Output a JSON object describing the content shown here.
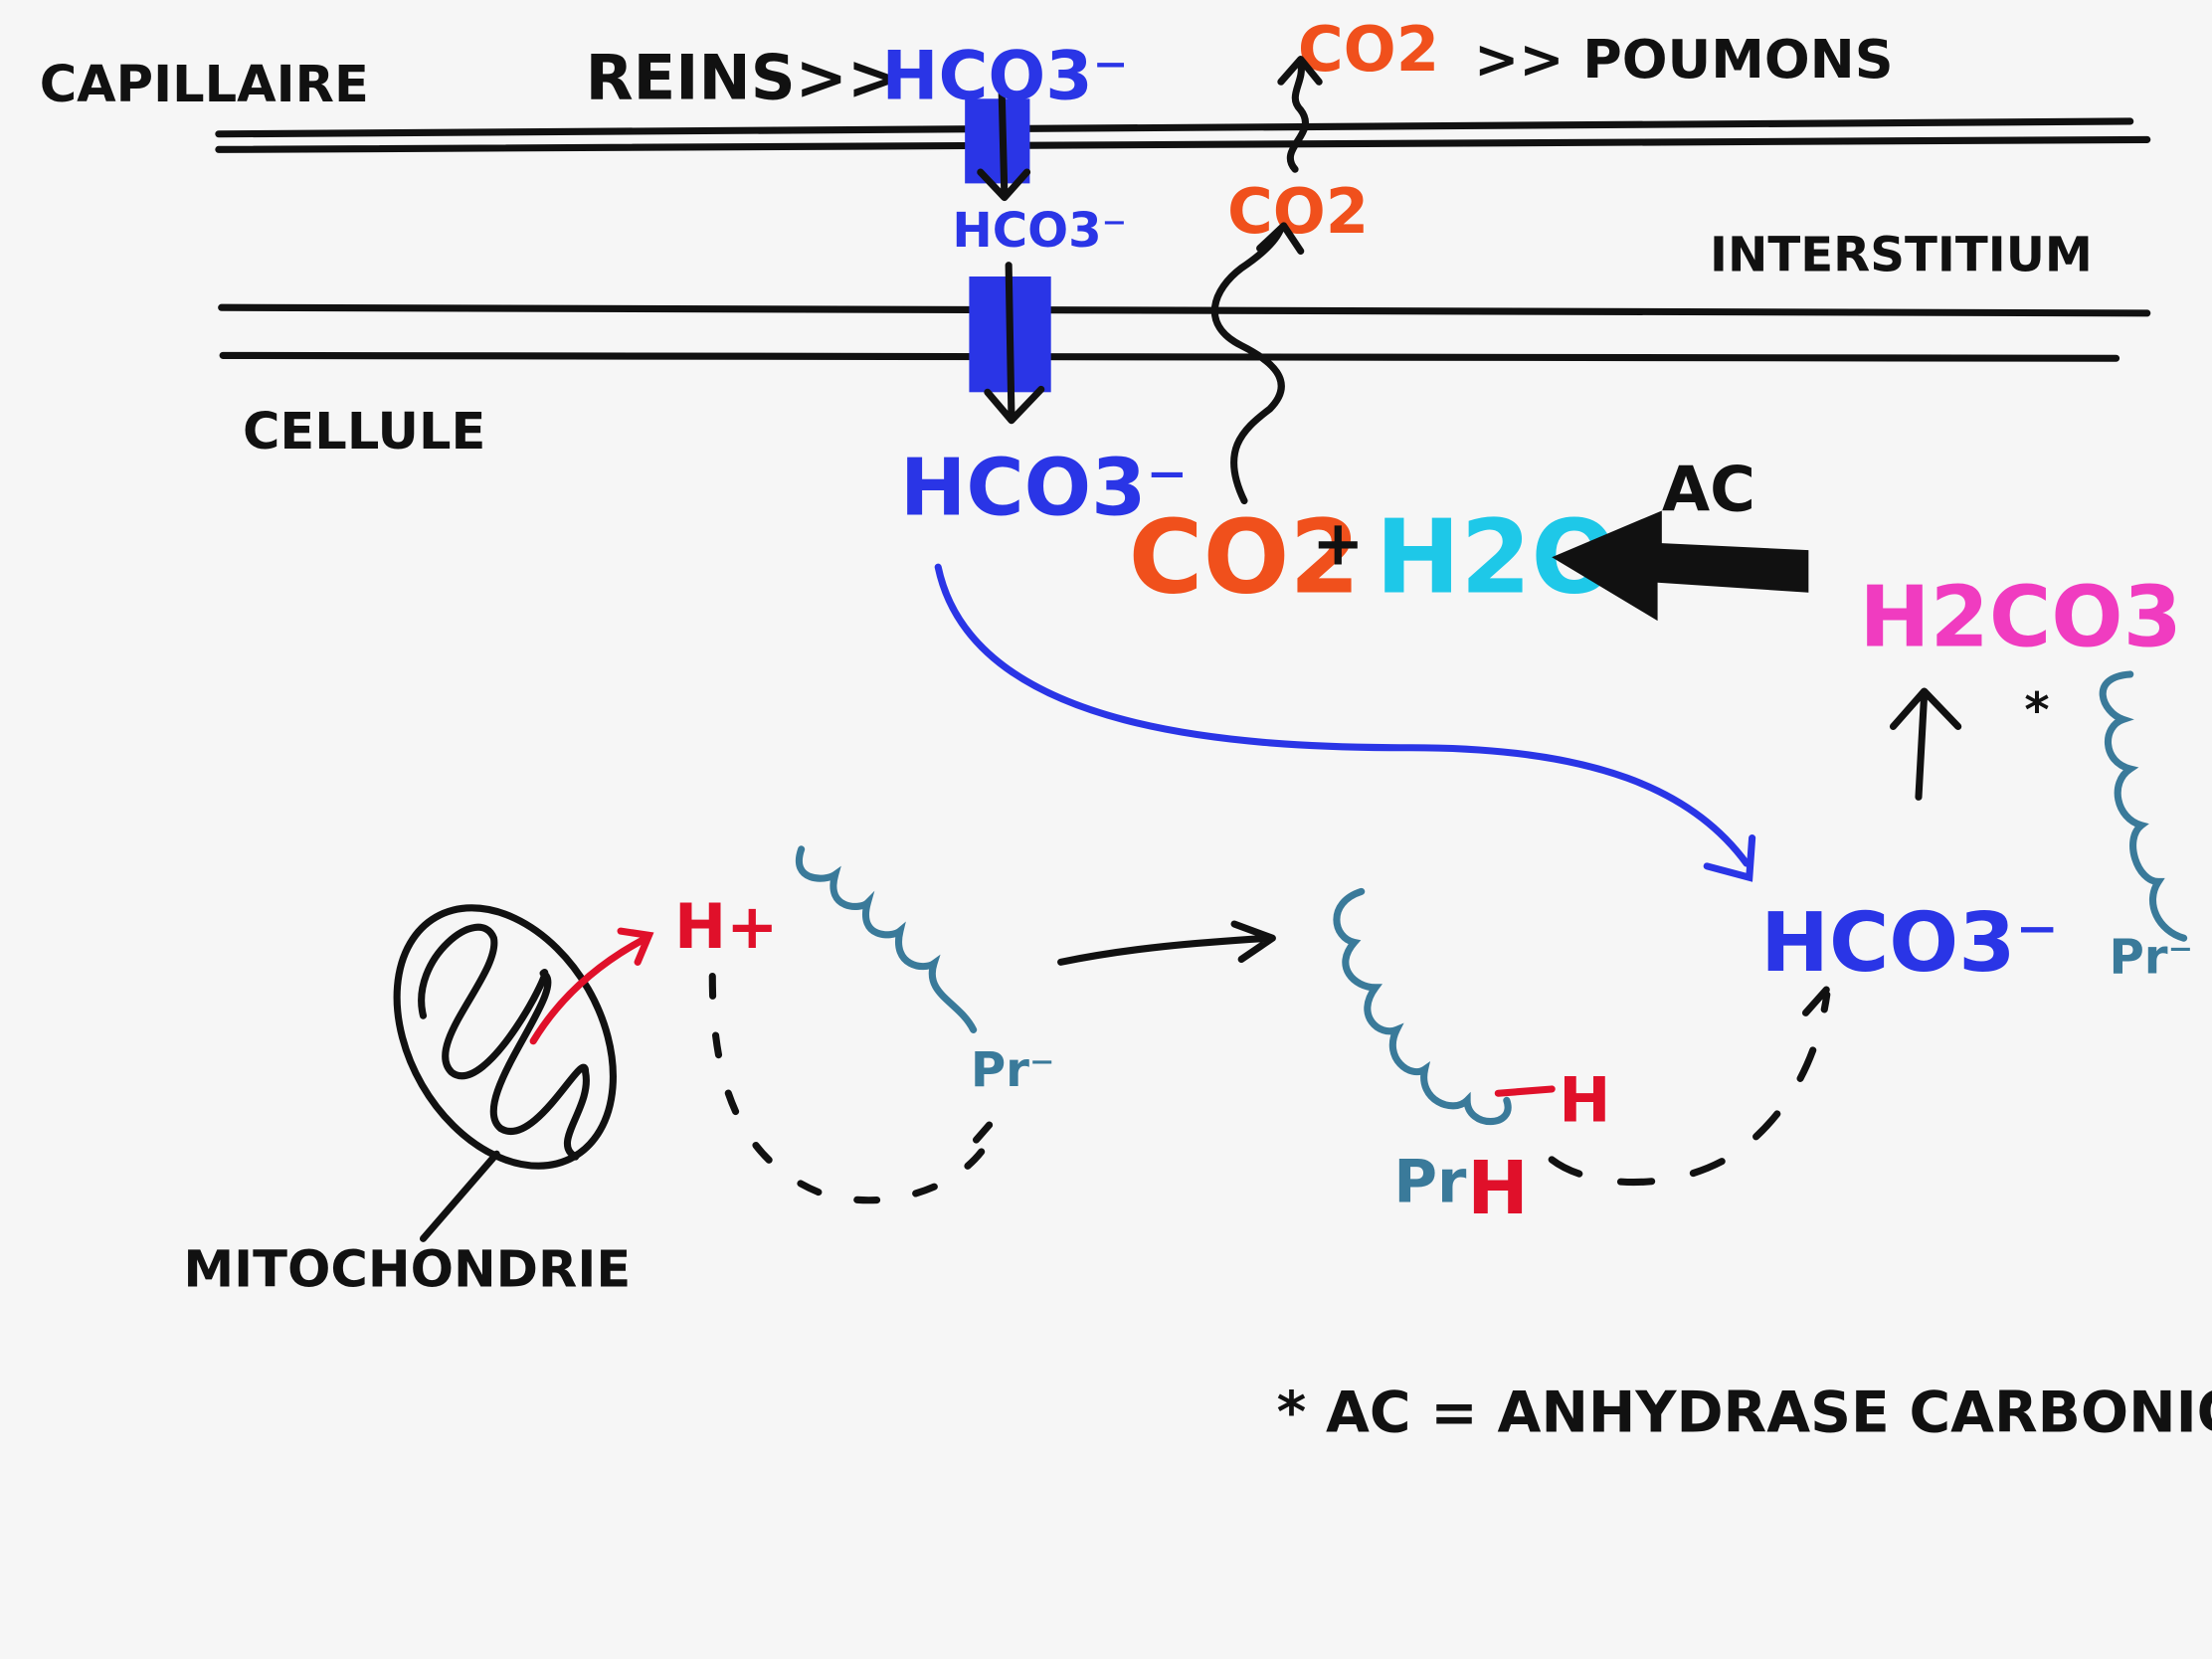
{
  "labels": {
    "capillaire": "CAPILLAIRE",
    "reins": "REINS>>",
    "hco3_top": "HCO3⁻",
    "co2_top": "CO2",
    "poumons": ">> POUMONS",
    "hco3_mid": "HCO3⁻",
    "co2_mid": "CO2",
    "interstitium": "INTERSTITIUM",
    "cellule": "CELLULE",
    "hco3_cell": "HCO3⁻",
    "co2_main": "CO2",
    "plus": "+",
    "h2o": "H2O",
    "ac": "AC",
    "h2co3": "H2CO3",
    "star_small": "*",
    "hco3_right": "HCO3⁻",
    "pr_right": "Pr⁻",
    "h_plus": "H+",
    "pr_minus": "Pr⁻",
    "h_bound": "H",
    "prh_pr": "Pr",
    "prh_h": "H",
    "mitochondrie": "MITOCHONDRIE",
    "footnote": "* AC = ANHYDRASE CARBONIQUE"
  },
  "colors": {
    "bicarbonate": "#2a35e6",
    "co2": "#f0501c",
    "water": "#1ec8e8",
    "carbonic_acid": "#f03cc0",
    "protein": "#3a7a9a",
    "proton": "#e0102a",
    "ink": "#111111"
  }
}
